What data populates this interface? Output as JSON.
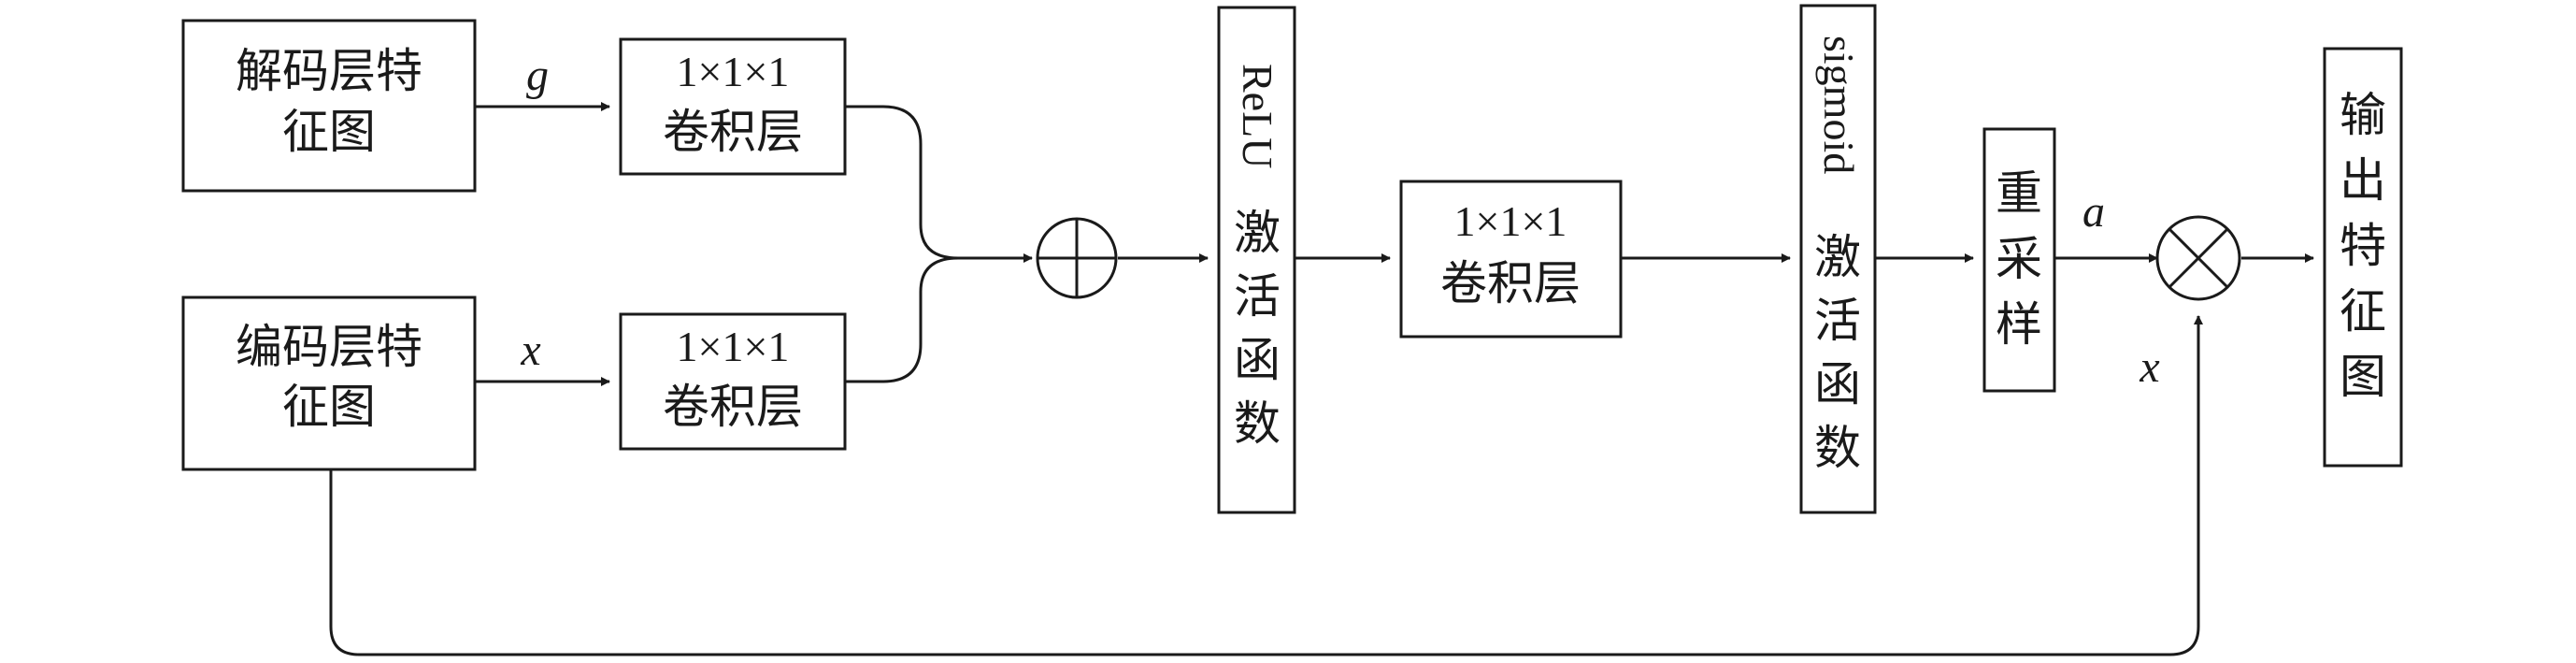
{
  "nodes": {
    "decoder_features": {
      "line1": "解码层特",
      "line2": "征图"
    },
    "encoder_features": {
      "line1": "编码层特",
      "line2": "征图"
    },
    "conv_g": {
      "line1": "1×1×1",
      "line2": "卷积层"
    },
    "conv_x": {
      "line1": "1×1×1",
      "line2": "卷积层"
    },
    "relu": {
      "latin": "ReLU",
      "chars": [
        "激",
        "活",
        "函",
        "数"
      ]
    },
    "conv_mid": {
      "line1": "1×1×1",
      "line2": "卷积层"
    },
    "sigmoid": {
      "latin": "sigmoid",
      "chars": [
        "激",
        "活",
        "函",
        "数"
      ]
    },
    "resample": {
      "chars": [
        "重",
        "采",
        "样"
      ]
    },
    "output": {
      "chars": [
        "输",
        "出",
        "特",
        "征",
        "图"
      ]
    }
  },
  "edge_labels": {
    "g": "g",
    "x_top": "x",
    "a": "a",
    "x_skip": "x"
  },
  "operators": {
    "add": "element-wise-sum",
    "multiply": "element-wise-product"
  }
}
